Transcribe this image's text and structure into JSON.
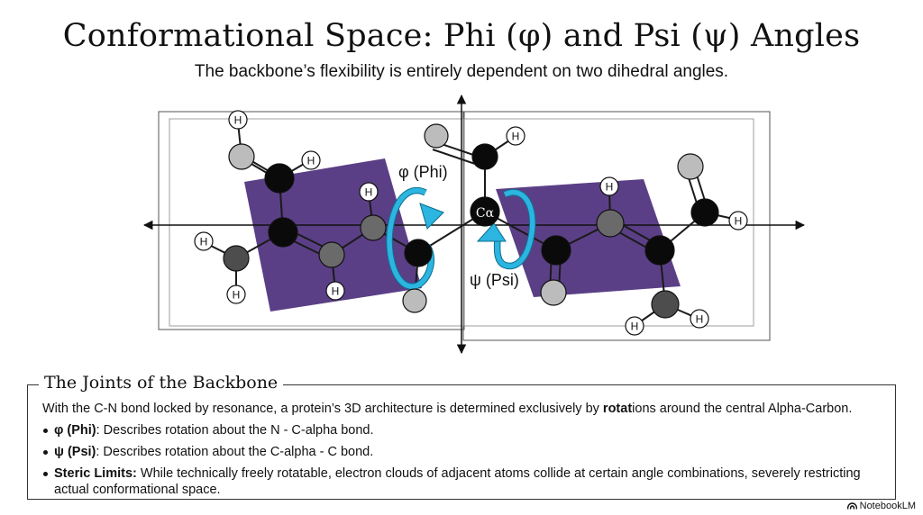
{
  "title": "Conformational Space: Phi (φ) and Psi (ψ) Angles",
  "subtitle": "The backbone’s flexibility is entirely dependent on two dihedral angles.",
  "diagram": {
    "phi_label": "φ (Phi)",
    "psi_label": "ψ (Psi)",
    "alpha_carbon_label": "Cα",
    "hydrogen_label": "H",
    "colors": {
      "plane": "#5b3f86",
      "rotation_arrow": "#2bb5e0",
      "atom_black": "#0a0a0a",
      "atom_dark_gray": "#4d4d4d",
      "atom_light_gray": "#bcbcbc"
    }
  },
  "card": {
    "title": "The Joints of the Backbone",
    "intro_before": "With the C-N bond locked by resonance, a protein’s 3D architecture is determined exclusively by ",
    "intro_bold": "rotat",
    "intro_after": "ions around the central Alpha-Carbon.",
    "bullets": [
      {
        "term": "φ (Phi)",
        "text": ": Describes rotation about the N - C-alpha bond."
      },
      {
        "term": "ψ (Psi)",
        "text": ": Describes rotation about the C-alpha - C bond."
      },
      {
        "term": "Steric Limits:",
        "text": " While technically freely rotatable, electron clouds of adjacent atoms collide at certain angle combinations, severely restricting actual conformational space."
      }
    ]
  },
  "watermark": "NotebookLM"
}
